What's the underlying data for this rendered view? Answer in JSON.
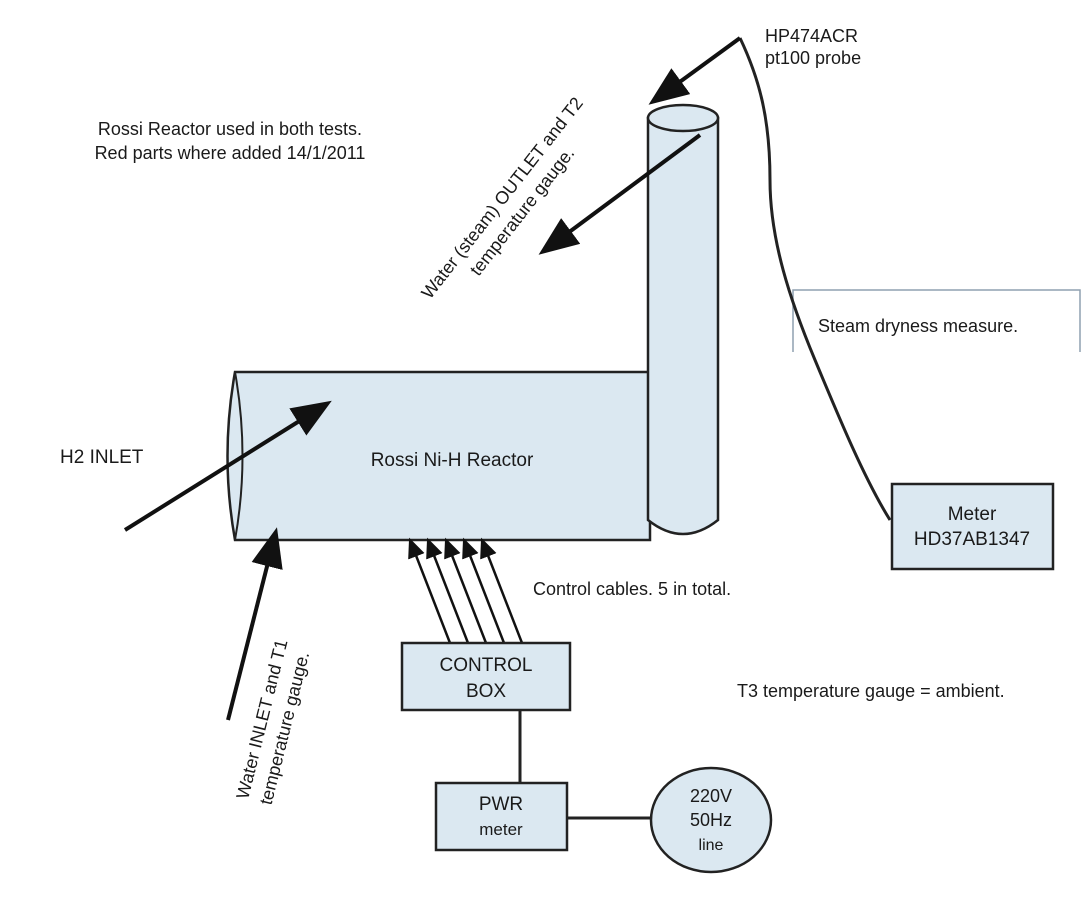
{
  "intro": {
    "line1": "Rossi Reactor used in both tests.",
    "line2": "Red parts where added 14/1/2011"
  },
  "probe": {
    "line1": "HP474ACR",
    "line2": "pt100 probe"
  },
  "outlet_gauge": {
    "line1": "Water (steam) OUTLET and T2",
    "line2": "temperature gauge."
  },
  "steam_dryness": "Steam dryness measure.",
  "h2_inlet": "H2 INLET",
  "reactor_label": "Rossi Ni-H Reactor",
  "meter": {
    "line1": "Meter",
    "line2": "HD37AB1347"
  },
  "control_cables": "Control cables. 5 in total.",
  "control_box": {
    "line1": "CONTROL",
    "line2": "BOX"
  },
  "t3": "T3 temperature gauge = ambient.",
  "inlet_gauge": {
    "line1": "Water INLET and T1",
    "line2": "temperature gauge."
  },
  "pwr_meter": {
    "line1": "PWR",
    "line2": "meter"
  },
  "line_supply": {
    "line1": "220V",
    "line2": "50Hz",
    "line3": "line"
  }
}
